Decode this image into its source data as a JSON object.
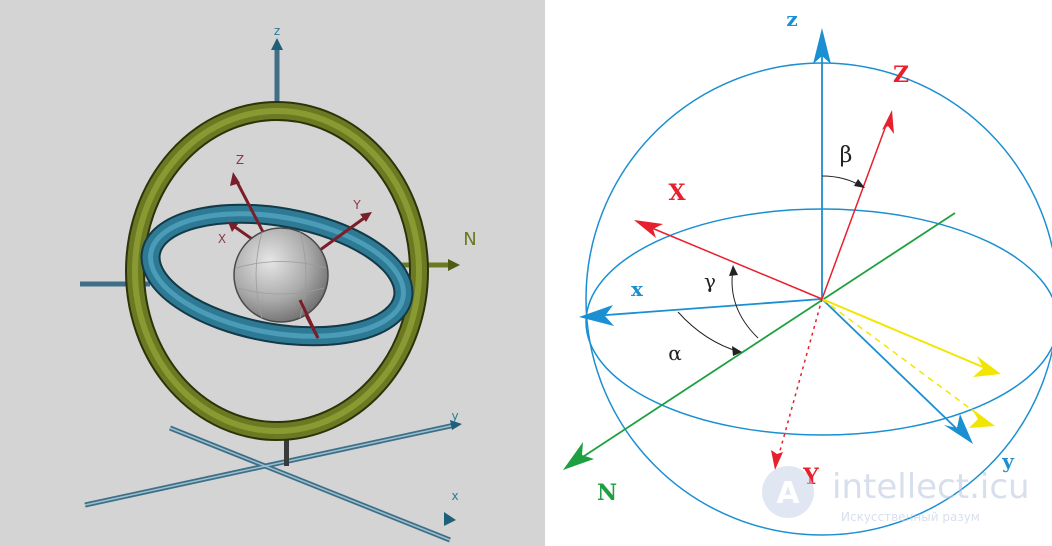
{
  "left": {
    "axis_z": "z",
    "axis_y": "y",
    "axis_x": "x",
    "label_N": "N",
    "label_Z": "Z",
    "label_Y": "Y",
    "label_X": "X",
    "colors": {
      "background": "#d4d4d4",
      "outer_ring": "#6b7a22",
      "inner_ring": "#2e7a94",
      "axis": "#3f6f86",
      "body_axis": "#7a1e2a"
    }
  },
  "right": {
    "axis_z": "z",
    "axis_x": "x",
    "axis_y": "y",
    "label_N": "N",
    "label_Z": "Z",
    "label_X": "X",
    "label_Y": "Y",
    "angle_alpha": "α",
    "angle_beta": "β",
    "angle_gamma": "γ",
    "colors": {
      "fixed": "#1a8fd1",
      "body": "#e8202e",
      "node": "#1ea040",
      "projection": "#f2e600"
    }
  },
  "watermark": {
    "logo_letter": "A",
    "title": "intellect.icu",
    "subtitle": "Искусственный разум"
  }
}
